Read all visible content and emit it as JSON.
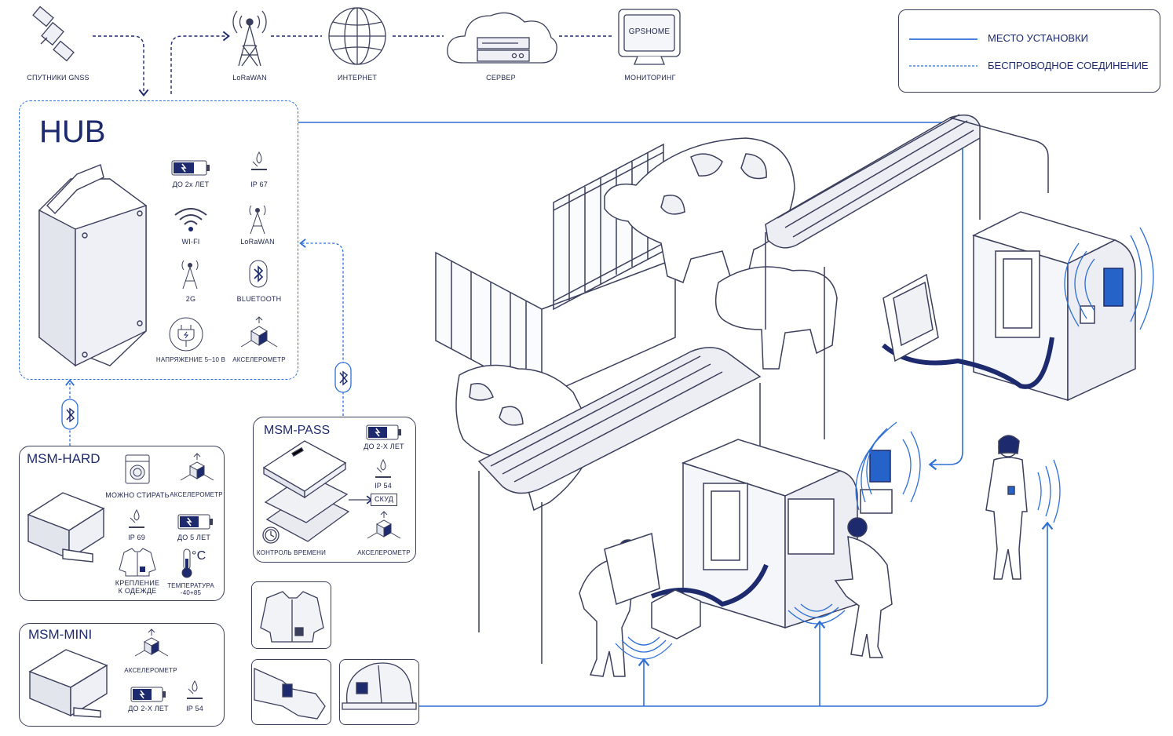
{
  "top_chain": {
    "satellites": "СПУТНИКИ GNSS",
    "lorawan": "LoRaWAN",
    "internet": "ИНТЕРНЕТ",
    "server": "СЕРВЕР",
    "monitor_screen": "GPSHOME",
    "monitoring": "МОНИТОРИНГ"
  },
  "legend": {
    "install_place": "МЕСТО УСТАНОВКИ",
    "wireless": "БЕСПРОВОДНОЕ СОЕДИНЕНИЕ"
  },
  "hub": {
    "title": "HUB",
    "battery": "ДО 2х ЛЕТ",
    "ip": "IP 67",
    "wifi": "WI-FI",
    "lorawan": "LoRaWAN",
    "g2": "2G",
    "bluetooth": "BLUETOOTH",
    "voltage": "НАПРЯЖЕНИЕ 5–10 В",
    "accel": "АКСЕЛЕРОМЕТР"
  },
  "msm_hard": {
    "title": "MSM-HARD",
    "wash": "МОЖНО СТИРАТЬ",
    "accel": "АКСЕЛЕРОМЕТР",
    "ip": "IP 69",
    "battery": "ДО 5 ЛЕТ",
    "mount_1": "КРЕПЛЕНИЕ",
    "mount_2": "К ОДЕЖДЕ",
    "temp_1": "ТЕМПЕРАТУРА",
    "temp_2": "-40+85",
    "temp_symbol": "°C"
  },
  "msm_pass": {
    "title": "MSM-PASS",
    "battery": "ДО 2-Х ЛЕТ",
    "ip": "IP 54",
    "skud": "СКУД",
    "time_control": "КОНТРОЛЬ ВРЕМЕНИ",
    "accel": "АКСЕЛЕРОМЕТР"
  },
  "msm_mini": {
    "title": "MSM-MINI",
    "accel": "АКСЕЛЕРОМЕТР",
    "battery": "ДО 2-Х ЛЕТ",
    "ip": "IP 54"
  },
  "colors": {
    "line_blue": "#2f6fd6",
    "dark_navy": "#1d2a6e",
    "stroke": "#3b3f5c",
    "fill_light": "#e9eaf0",
    "accent_blue": "#2563c9"
  },
  "icons": [
    "satellite-icon",
    "antenna-icon",
    "globe-icon",
    "cloud-server-icon",
    "monitor-icon",
    "battery-icon",
    "water-drop-icon",
    "wifi-icon",
    "bluetooth-icon",
    "plug-icon",
    "cube-axes-icon",
    "washing-machine-icon",
    "jacket-icon",
    "thermometer-icon",
    "clock-icon",
    "helmet-icon",
    "wristband-icon"
  ]
}
